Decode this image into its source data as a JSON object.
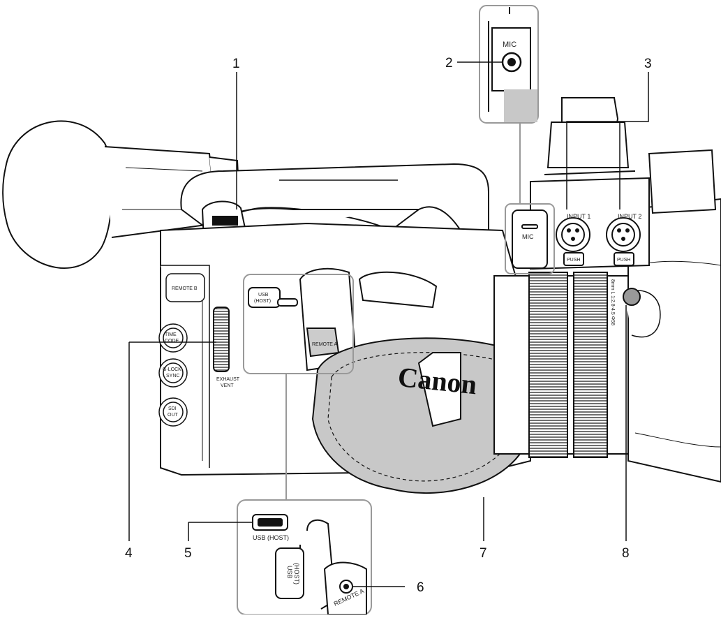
{
  "callouts": [
    {
      "id": "1",
      "label": "1"
    },
    {
      "id": "2",
      "label": "2"
    },
    {
      "id": "3",
      "label": "3"
    },
    {
      "id": "4",
      "label": "4"
    },
    {
      "id": "5",
      "label": "5"
    },
    {
      "id": "6",
      "label": "6"
    },
    {
      "id": "7",
      "label": "7"
    },
    {
      "id": "8",
      "label": "8"
    }
  ],
  "labels": {
    "mic_top": "MIC",
    "mic_body": "MIC",
    "input1": "INPUT 1",
    "input2": "INPUT 2",
    "push": "PUSH",
    "usb_host_line1": "USB",
    "usb_host_line2": "(HOST)",
    "usb_host_inset": "USB (HOST)",
    "usb_cover_line1": "USB",
    "usb_cover_line2": "(HOST)",
    "remote_a": "REMOTE A",
    "remote_a_inset": "REMOTE A",
    "remote_b": "REMOTE B",
    "time_code_line1": "TIME",
    "time_code_line2": "CODE",
    "genlock_line1": "G-LOCK",
    "genlock_line2": "SYNC",
    "sdi_line1": "SDI",
    "sdi_line2": "OUT",
    "exhaust_line1": "EXHAUST",
    "exhaust_line2": "VENT",
    "brand": "Canon",
    "lens_marking": "8mm L 1:2.8-4.5 Φ58"
  }
}
